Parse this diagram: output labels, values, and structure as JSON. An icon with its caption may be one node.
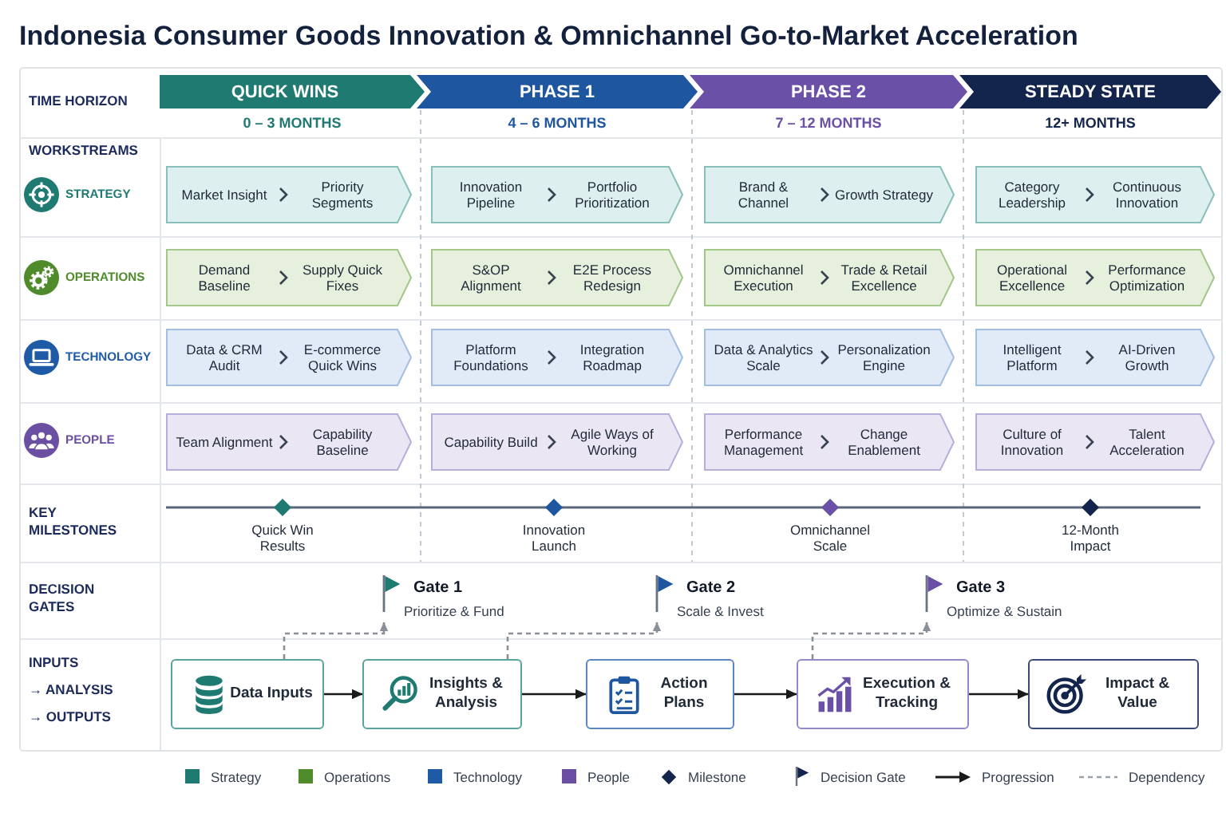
{
  "diagram": {
    "title": "Indonesia Consumer Goods Innovation & Omnichannel Go-to-Market Acceleration",
    "nodes": [
      {
        "text": [
          "QUICK WINS"
        ],
        "beside": [
          "0 – 3 MONTHS"
        ]
      },
      {
        "text": [
          "PHASE 1"
        ],
        "beside": [
          "4 – 6 MONTHS"
        ]
      },
      {
        "text": [
          "PHASE 2"
        ],
        "beside": [
          "7 – 12 MONTHS"
        ]
      },
      {
        "text": [
          "STEADY STATE"
        ],
        "beside": [
          "12+ MONTHS"
        ]
      },
      {
        "text": [
          "Market Insight",
          "Priority Segments"
        ]
      },
      {
        "text": [
          "Innovation Pipeline",
          "Portfolio Prioritization"
        ]
      },
      {
        "text": [
          "Brand & Channel",
          "Growth Strategy"
        ]
      },
      {
        "text": [
          "Category Leadership",
          "Continuous Innovation"
        ]
      },
      {
        "text": [
          "Demand Baseline",
          "Supply Quick Fixes"
        ]
      },
      {
        "text": [
          "S&OP Alignment",
          "E2E Process Redesign"
        ]
      },
      {
        "text": [
          "Omnichannel Execution",
          "Trade & Retail Excellence"
        ]
      },
      {
        "text": [
          "Operational Excellence",
          "Performance Optimization"
        ]
      },
      {
        "text": [
          "Data & CRM Audit",
          "E-commerce Quick Wins"
        ]
      },
      {
        "text": [
          "Platform Foundations",
          "Integration Roadmap"
        ]
      },
      {
        "text": [
          "Data & Analytics Scale",
          "Personalization Engine"
        ]
      },
      {
        "text": [
          "Intelligent Platform",
          "AI-Driven Growth"
        ]
      },
      {
        "text": [
          "Team Alignment",
          "Capability Baseline"
        ]
      },
      {
        "text": [
          "Capability Build",
          "Agile Ways of Working"
        ]
      },
      {
        "text": [
          "Performance Management",
          "Change Enablement"
        ]
      },
      {
        "text": [
          "Culture of Innovation",
          "Talent Acceleration"
        ]
      },
      {
        "text": [
          "Quick Win Results"
        ]
      },
      {
        "text": [
          "Innovation Launch"
        ]
      },
      {
        "text": [
          "Omnichannel Scale"
        ]
      },
      {
        "text": [
          "12-Month Impact"
        ]
      },
      {
        "text": [
          "Gate 1",
          "Prioritize & Fund"
        ]
      },
      {
        "text": [
          "Gate 2",
          "Scale & Invest"
        ]
      },
      {
        "text": [
          "Gate 3",
          "Optimize & Sustain"
        ]
      },
      {
        "text": [
          "Data Inputs"
        ]
      },
      {
        "text": [
          "Insights & Analysis"
        ]
      },
      {
        "text": [
          "Action Plans"
        ]
      },
      {
        "text": [
          "Execution & Tracking"
        ]
      },
      {
        "text": [
          "Impact & Value"
        ]
      }
    ],
    "edges": [
      {
        "from": 27,
        "to": 24,
        "arrow": "to",
        "style": "dashed",
        "color": "#8a8f98"
      },
      {
        "from": 28,
        "to": 25,
        "arrow": "to",
        "style": "dashed",
        "color": "#8a8f98"
      },
      {
        "from": 30,
        "to": 26,
        "arrow": "to",
        "style": "dashed",
        "color": "#8a8f98"
      },
      {
        "from": 27,
        "to": 28,
        "arrow": "to"
      },
      {
        "from": 28,
        "to": 29,
        "arrow": "to"
      },
      {
        "from": 29,
        "to": 30,
        "arrow": "to"
      },
      {
        "from": 30,
        "to": 31,
        "arrow": "to"
      }
    ],
    "labels": [
      "TIME HORIZON",
      "WORKSTREAMS",
      "STRATEGY",
      "OPERATIONS",
      "TECHNOLOGY",
      "PEOPLE",
      "KEY MILESTONES",
      "DECISION GATES",
      "INPUTS",
      "→ ANALYSIS",
      "→ OUTPUTS"
    ],
    "legend": [
      {
        "text": "Strategy",
        "color": "#1f7a72"
      },
      {
        "text": "Operations",
        "color": "#4f8a2b"
      },
      {
        "text": "Technology",
        "color": "#1f5aa6"
      },
      {
        "text": "People",
        "color": "#6b4fa3"
      },
      {
        "text": "Milestone"
      },
      {
        "text": "Decision Gate"
      },
      {
        "text": "Progression"
      },
      {
        "text": "Dependency"
      }
    ]
  }
}
